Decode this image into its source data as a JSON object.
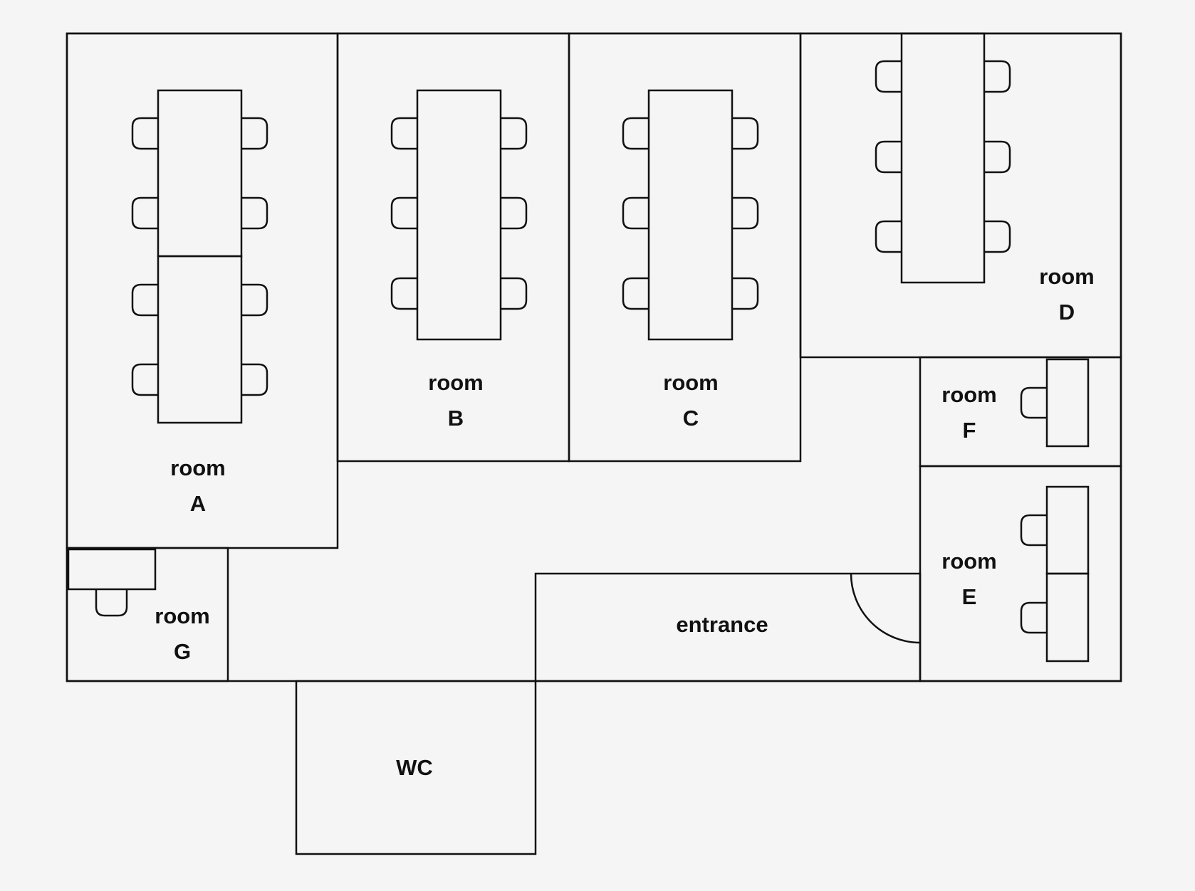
{
  "rooms": {
    "a": {
      "word": "room",
      "letter": "A"
    },
    "b": {
      "word": "room",
      "letter": "B"
    },
    "c": {
      "word": "room",
      "letter": "C"
    },
    "d": {
      "word": "room",
      "letter": "D"
    },
    "e": {
      "word": "room",
      "letter": "E"
    },
    "f": {
      "word": "room",
      "letter": "F"
    },
    "g": {
      "word": "room",
      "letter": "G"
    }
  },
  "entrance": "entrance",
  "wc": "WC",
  "colors": {
    "background": "#f5f5f5",
    "line": "#111111"
  }
}
